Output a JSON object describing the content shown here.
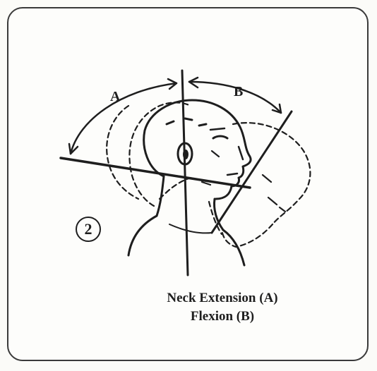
{
  "figure": {
    "step_number": "2",
    "arc_label_a": "A",
    "arc_label_b": "B",
    "caption_line_1": "Neck Extension (A)",
    "caption_line_2": "Flexion (B)"
  }
}
